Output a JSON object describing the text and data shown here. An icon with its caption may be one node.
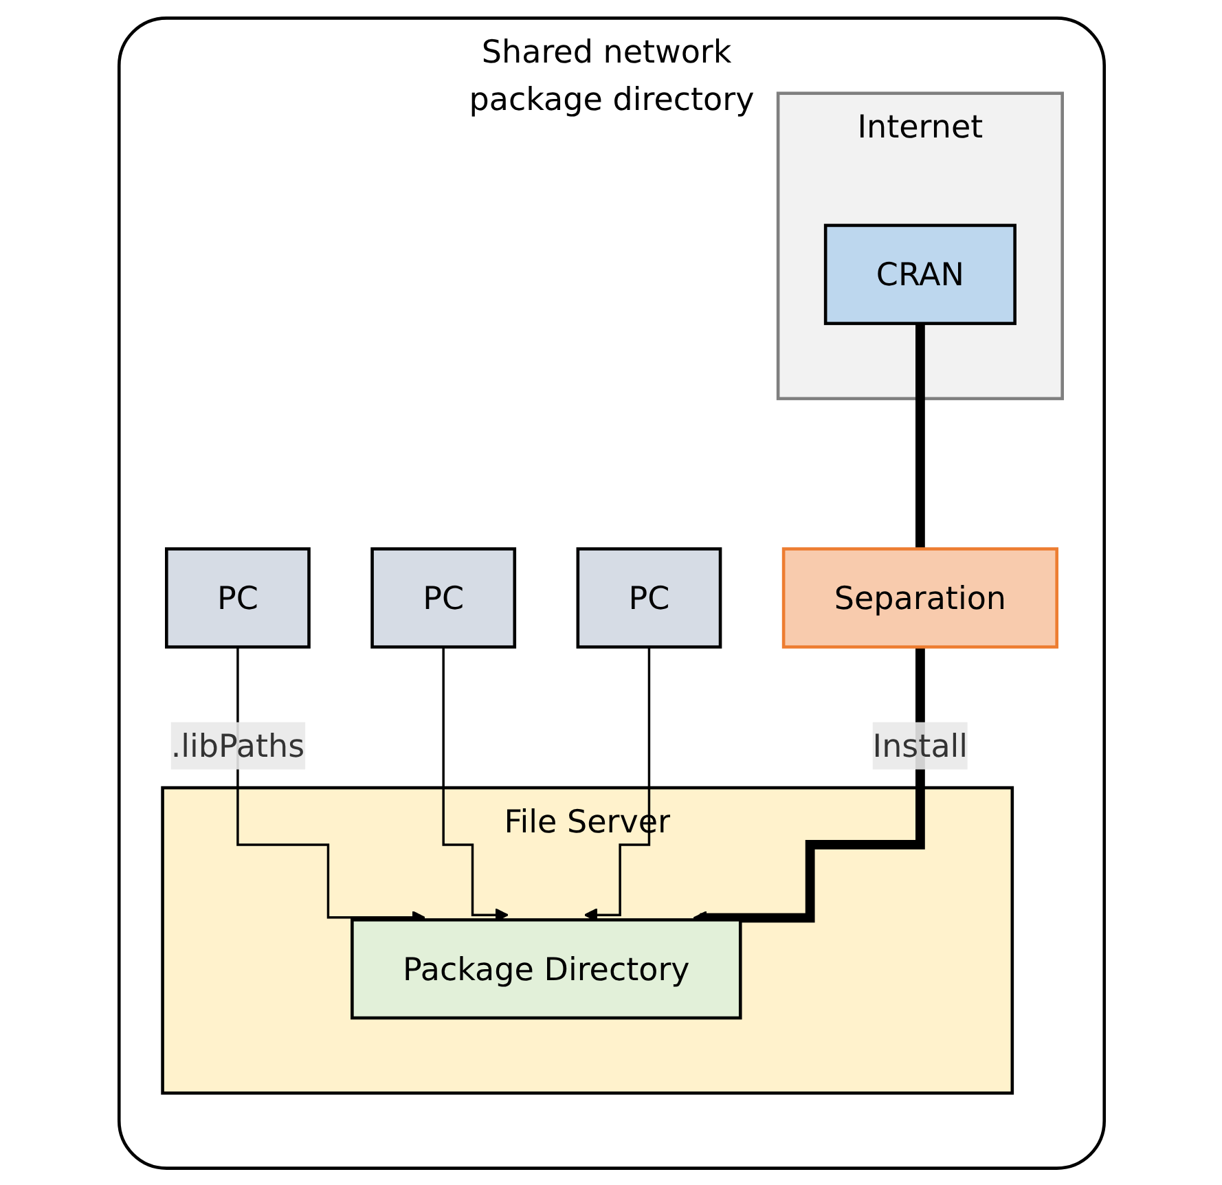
{
  "diagram": {
    "nodes": [
      {
        "text": [
          "Shared network package directory"
        ]
      },
      {
        "text": [
          "PC"
        ],
        "in": 0
      },
      {
        "text": [
          "PC"
        ],
        "in": 0
      },
      {
        "text": [
          "PC"
        ],
        "in": 0
      },
      {
        "text": [
          "File Server"
        ],
        "in": 0
      },
      {
        "text": [
          "Package Directory"
        ],
        "in": 4
      },
      {
        "text": [
          "Separation"
        ],
        "in": 0
      },
      {
        "text": [
          "Internet"
        ],
        "in": 0
      },
      {
        "text": [
          "CRAN"
        ],
        "in": 7
      }
    ],
    "edges": [
      {
        "from": 1,
        "to": 5,
        "arrow": "to",
        "label": ".libPaths"
      },
      {
        "from": 2,
        "to": 5,
        "arrow": "to"
      },
      {
        "from": 3,
        "to": 5,
        "arrow": "to"
      },
      {
        "from": 8,
        "to": 6,
        "arrow": "none",
        "style": "thick"
      },
      {
        "from": 6,
        "to": 5,
        "arrow": "to",
        "label": "Install",
        "style": "thick"
      }
    ]
  }
}
